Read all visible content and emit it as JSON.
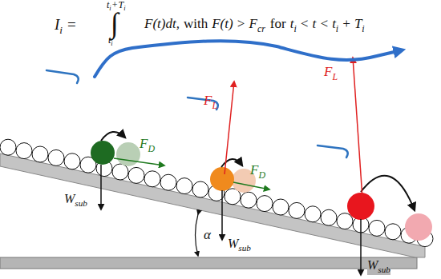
{
  "diagram": {
    "labels": [
      "I",
      "i",
      "=",
      "∫",
      "t",
      "i",
      "+",
      "T",
      "i",
      "t",
      "i",
      "F(t)dt,",
      "with",
      "F(t) > F",
      "cr",
      "for",
      "t",
      "i",
      "< t < t",
      "i",
      "+ T",
      "i",
      "F",
      "D",
      "F",
      "L",
      "F",
      "D",
      "F",
      "L",
      "W",
      "sub",
      "W",
      "sub",
      "W",
      "sub",
      "α"
    ]
  }
}
